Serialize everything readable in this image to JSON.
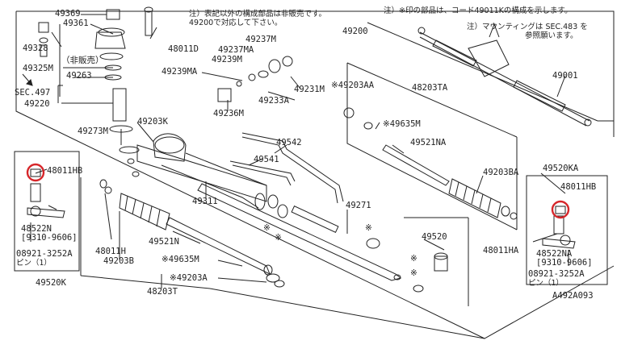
{
  "notes": {
    "note1_line1": "注）表記以外の構成部品は非販売です。",
    "note1_line2": "49200で対応して下さい。",
    "note2": "注）※印の部品は、コード49011Kの構成を示します。",
    "note3_line1": "注）マウンティングは SEC.483 を",
    "note3_line2": "参照願います。"
  },
  "labels": {
    "p49369": "49369",
    "p49361": "49361",
    "p49328": "49328",
    "p49325m": "49325M",
    "hihanbai": "（非販売）",
    "p49263": "49263",
    "sec497": "SEC.497",
    "p49220": "49220",
    "p49273m": "49273M",
    "p49203k": "49203K",
    "p48011d": "48011D",
    "p49237m": "49237M",
    "p49237ma": "49237MA",
    "p49239m": "49239M",
    "p49239ma": "49239MA",
    "p49236m": "49236M",
    "p49233a": "49233A",
    "p49231m": "49231M",
    "p49200": "49200",
    "p49542": "49542",
    "p49541": "49541",
    "p49311": "49311",
    "p49271": "49271",
    "p49203aa": "※49203AA",
    "p48203ta": "48203TA",
    "p49635m_r": "※49635M",
    "p49521na": "49521NA",
    "p49203ba": "49203BA",
    "p49520ka": "49520KA",
    "p49001": "49001",
    "p48011hb_r": "48011HB",
    "p48011ha": "48011HA",
    "p48522na": "48522NA",
    "date_r": "[9310-9606]",
    "p08921_r": "08921-3252A",
    "pin_r": "ピン（1）",
    "p49520": "49520",
    "p48011hb_l": "48011HB",
    "p48522n": "48522N",
    "date_l": "[9310-9606]",
    "p08921_l": "08921-3252A",
    "pin_l": "ピン（1）",
    "p49520k": "49520K",
    "p48011h": "48011H",
    "p49203b": "49203B",
    "p49521n": "49521N",
    "p49635m_l": "※49635M",
    "p49203a": "※49203A",
    "p48203t": "48203T",
    "kome1": "※",
    "kome2": "※",
    "kome3": "※",
    "kome4": "※",
    "kome5": "※",
    "diagram_id": "A492A093"
  },
  "colors": {
    "line": "#222222",
    "highlight": "#d6262a"
  }
}
